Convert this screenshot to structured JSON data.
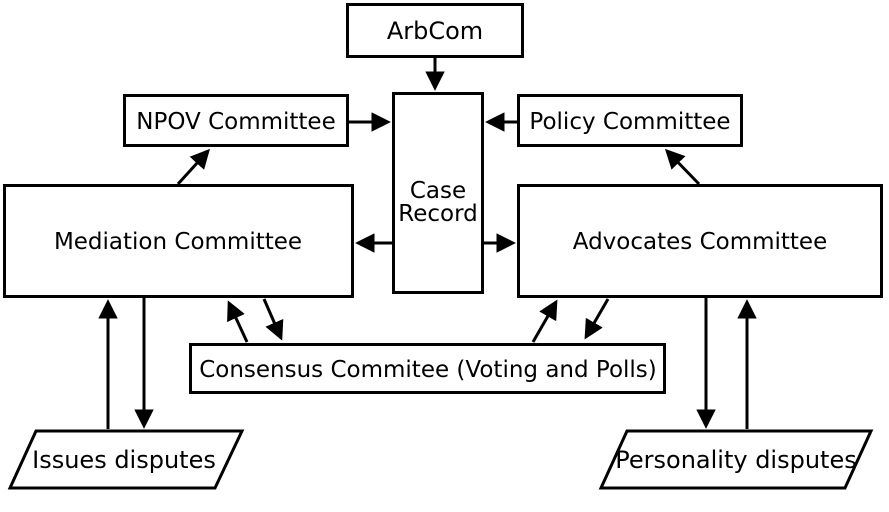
{
  "diagram": {
    "type": "flowchart",
    "colors": {
      "line": "#000000",
      "node_fill": "#ffffff",
      "text": "#000000",
      "background": "#ffffff"
    },
    "nodes": {
      "arbcom": {
        "label": "ArbCom",
        "shape": "rectangle"
      },
      "npov_committee": {
        "label": "NPOV Committee",
        "shape": "rectangle"
      },
      "policy_committee": {
        "label": "Policy Committee",
        "shape": "rectangle"
      },
      "case_record": {
        "line1": "Case",
        "line2": "Record",
        "shape": "rectangle"
      },
      "mediation_committee": {
        "label": "Mediation Committee",
        "shape": "rectangle"
      },
      "advocates_committee": {
        "label": "Advocates Committee",
        "shape": "rectangle"
      },
      "consensus_committee": {
        "label": "Consensus Commitee (Voting and Polls)",
        "shape": "rectangle"
      },
      "issues_disputes": {
        "label": "Issues disputes",
        "shape": "parallelogram"
      },
      "personality_disputes": {
        "label": "Personality disputes",
        "shape": "parallelogram"
      }
    },
    "edges": [
      {
        "from": "arbcom",
        "to": "case_record"
      },
      {
        "from": "npov_committee",
        "to": "case_record"
      },
      {
        "from": "policy_committee",
        "to": "case_record"
      },
      {
        "from": "case_record",
        "to": "mediation_committee"
      },
      {
        "from": "case_record",
        "to": "advocates_committee"
      },
      {
        "from": "mediation_committee",
        "to": "npov_committee"
      },
      {
        "from": "advocates_committee",
        "to": "policy_committee"
      },
      {
        "from": "issues_disputes",
        "to": "mediation_committee"
      },
      {
        "from": "mediation_committee",
        "to": "issues_disputes"
      },
      {
        "from": "consensus_committee",
        "to": "mediation_committee"
      },
      {
        "from": "mediation_committee",
        "to": "consensus_committee"
      },
      {
        "from": "consensus_committee",
        "to": "advocates_committee"
      },
      {
        "from": "advocates_committee",
        "to": "consensus_committee"
      },
      {
        "from": "advocates_committee",
        "to": "personality_disputes"
      },
      {
        "from": "personality_disputes",
        "to": "advocates_committee"
      }
    ]
  }
}
